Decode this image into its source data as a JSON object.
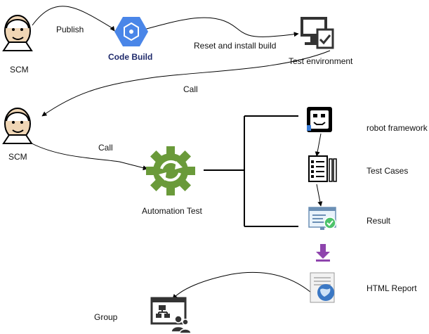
{
  "nodes": {
    "scm_top": {
      "label": "SCM",
      "icon": "jenkins-icon"
    },
    "code_build": {
      "label": "Code Build",
      "icon": "code-build-icon",
      "color": "#4a86e8"
    },
    "test_env": {
      "label": "Test environment",
      "icon": "monitor-check-icon"
    },
    "scm_mid": {
      "label": "SCM",
      "icon": "jenkins-icon"
    },
    "automation_test": {
      "label": "Automation Test",
      "icon": "gear-sync-icon",
      "color": "#6a9a3a"
    },
    "robot_framework": {
      "label": "robot framework",
      "icon": "robot-icon"
    },
    "test_cases": {
      "label": "Test Cases",
      "icon": "checklist-icon"
    },
    "result": {
      "label": "Result",
      "icon": "result-monitor-icon"
    },
    "download": {
      "icon": "download-arrow-icon",
      "color": "#8e44ad"
    },
    "html_report": {
      "label": "HTML Report",
      "icon": "report-globe-icon"
    },
    "group": {
      "label": "Group",
      "icon": "group-icon"
    }
  },
  "edges": {
    "publish": "Publish",
    "reset_install": "Reset and install build",
    "call_top": "Call",
    "call_mid": "Call"
  }
}
